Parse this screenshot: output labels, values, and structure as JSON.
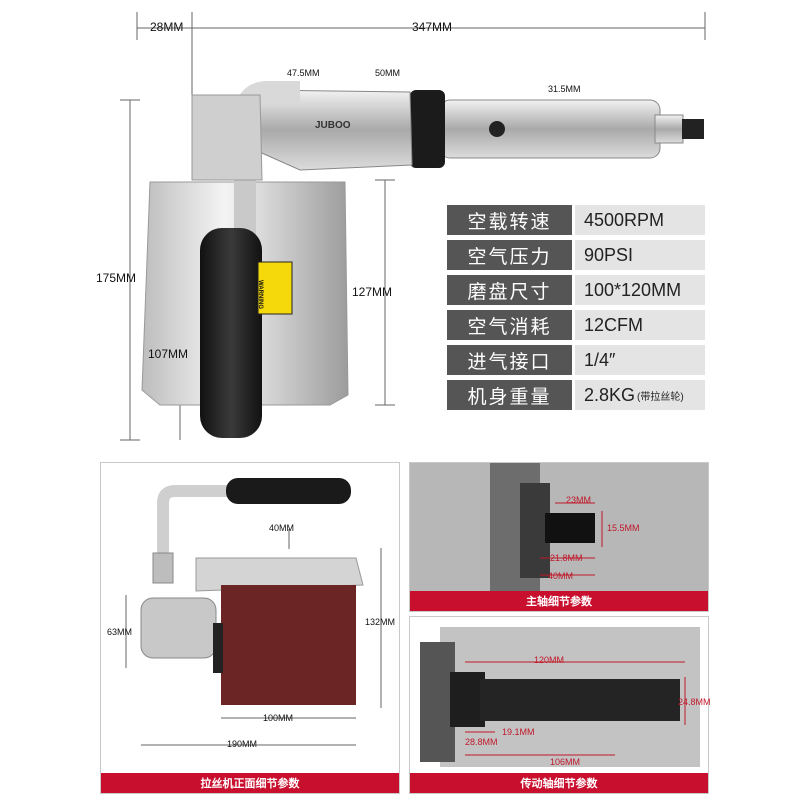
{
  "top_dims": {
    "d28": "28MM",
    "d347": "347MM",
    "d475": "47.5MM",
    "d50": "50MM",
    "d315": "31.5MM",
    "d175": "175MM",
    "d127": "127MM",
    "d107": "107MM"
  },
  "brand_text": "JUBOO",
  "warning_text": "WARNING",
  "specs": [
    {
      "label": "空载转速",
      "value": "4500RPM",
      "note": ""
    },
    {
      "label": "空气压力",
      "value": "90PSI",
      "note": ""
    },
    {
      "label": "磨盘尺寸",
      "value": "100*120MM",
      "note": ""
    },
    {
      "label": "空气消耗",
      "value": "12CFM",
      "note": ""
    },
    {
      "label": "进气接口",
      "value": "1/4″",
      "note": ""
    },
    {
      "label": "机身重量",
      "value": "2.8KG",
      "note": "(带拉丝轮)"
    }
  ],
  "front_panel": {
    "caption": "拉丝机正面细节参数",
    "d40": "40MM",
    "d63": "63MM",
    "d132": "132MM",
    "d100": "100MM",
    "d190": "190MM"
  },
  "spindle_panel": {
    "caption": "主轴细节参数",
    "d23": "23MM",
    "d155": "15.5MM",
    "d218": "21.8MM",
    "d40": "40MM"
  },
  "shaft_panel": {
    "caption": "传动轴细节参数",
    "d120": "120MM",
    "d248": "24.8MM",
    "d288": "28.8MM",
    "d191": "19.1MM",
    "d106": "106MM"
  },
  "colors": {
    "accent_red": "#c8102e",
    "label_gray": "#555555",
    "value_gray": "#e4e4e4"
  }
}
